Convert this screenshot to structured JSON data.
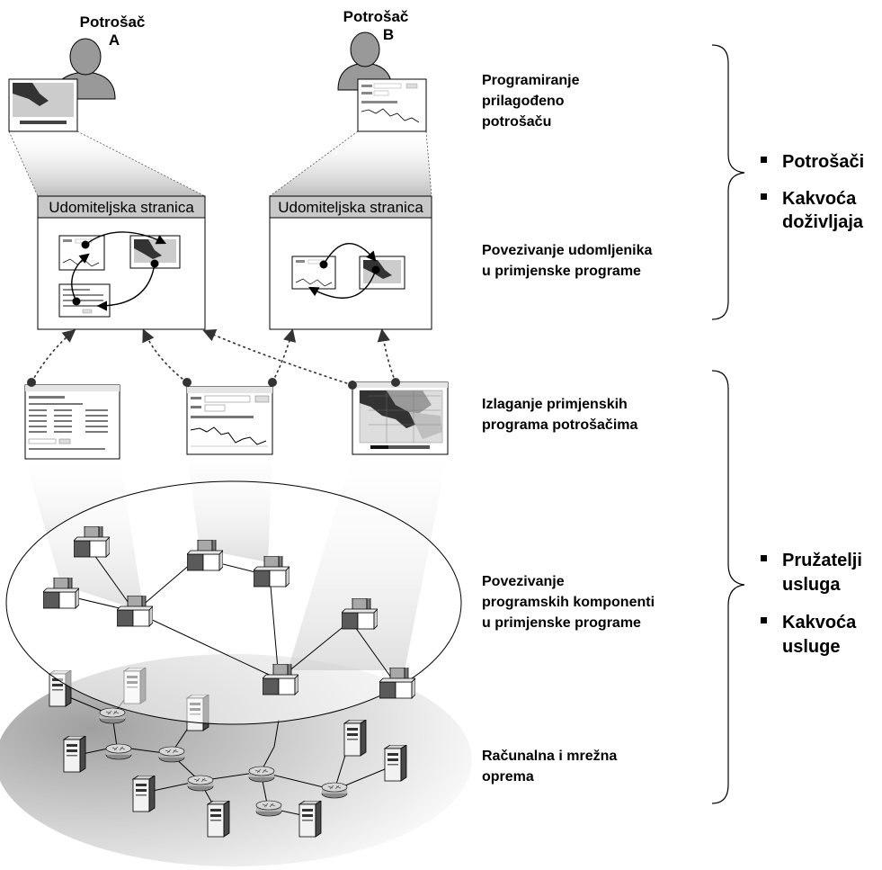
{
  "consumers": {
    "a_label": "Potrošač",
    "a_letter": "A",
    "b_label": "Potrošač",
    "b_letter": "B"
  },
  "host_pages": {
    "left_title": "Udomiteljska stranica",
    "right_title": "Udomiteljska stranica"
  },
  "layer_labels": {
    "programming": [
      "Programiranje",
      "prilagođeno",
      "potrošaču"
    ],
    "connecting_hosted": [
      "Povezivanje udomljenika",
      "u primjenske programe"
    ],
    "exposing": [
      "Izlaganje primjenskih",
      "programa potrošačima"
    ],
    "components": [
      "Povezivanje",
      "programskih komponenti",
      "u primjenske programe"
    ],
    "hardware": [
      "Računalna i mrežna",
      "oprema"
    ]
  },
  "side_groups": {
    "top": {
      "item1": "Potrošači",
      "item2_line1": "Kakvoća",
      "item2_line2": "doživljaja"
    },
    "bottom": {
      "item1_line1": "Pružatelji",
      "item1_line2": "usluga",
      "item2_line1": "Kakvoća",
      "item2_line2": "usluge"
    }
  },
  "colors": {
    "ink": "#000000",
    "header_fill": "#c8c8c8",
    "person_fill": "#999999",
    "cube_dark": "#5a5a5a",
    "cube_mid": "#a8a8a8",
    "cube_light": "#ffffff",
    "hardware_shade": "#bdbdbd"
  }
}
